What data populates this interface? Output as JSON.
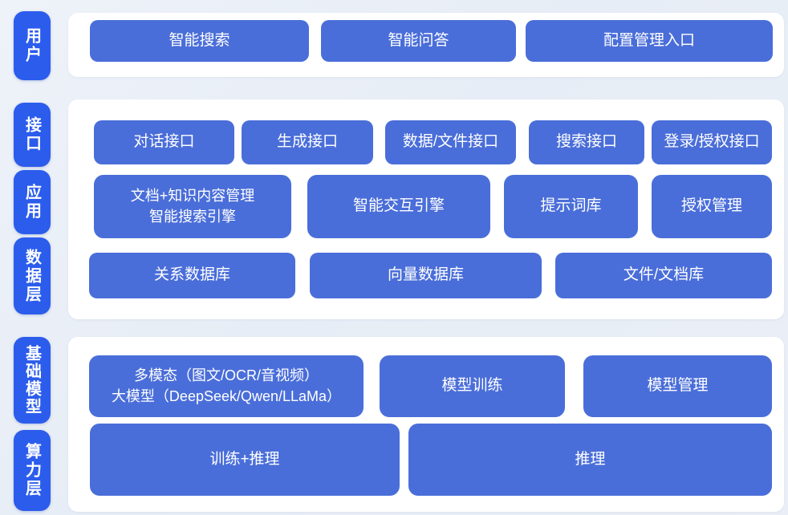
{
  "colors": {
    "background": "#e9eef6",
    "panel": "#ffffff",
    "layer_label_blue": "#2b5cec",
    "block_blue": "#4a6ed9",
    "text": "#ffffff"
  },
  "layers": [
    {
      "label": "用户"
    },
    {
      "label": "接口"
    },
    {
      "label": "应用"
    },
    {
      "label": "数据层"
    },
    {
      "label": "基础模型"
    },
    {
      "label": "算力层"
    }
  ],
  "sections": [
    {
      "rows": [
        {
          "buttons": [
            "智能搜索",
            "智能问答",
            "配置管理入口"
          ]
        }
      ]
    },
    {
      "rows": [
        {
          "buttons": [
            "对话接口",
            "生成接口",
            "数据/文件接口",
            "搜索接口",
            "登录/授权接口"
          ]
        },
        {
          "buttons": [
            "文档+知识内容管理\n智能搜索引擎",
            "智能交互引擎",
            "提示词库",
            "授权管理"
          ]
        },
        {
          "buttons": [
            "关系数据库",
            "向量数据库",
            "文件/文档库"
          ]
        }
      ]
    },
    {
      "rows": [
        {
          "buttons": [
            "多模态（图文/OCR/音视频）\n大模型（DeepSeek/Qwen/LLaMa）",
            "模型训练",
            "模型管理"
          ]
        },
        {
          "buttons": [
            "训练+推理",
            "推理"
          ]
        }
      ]
    }
  ]
}
